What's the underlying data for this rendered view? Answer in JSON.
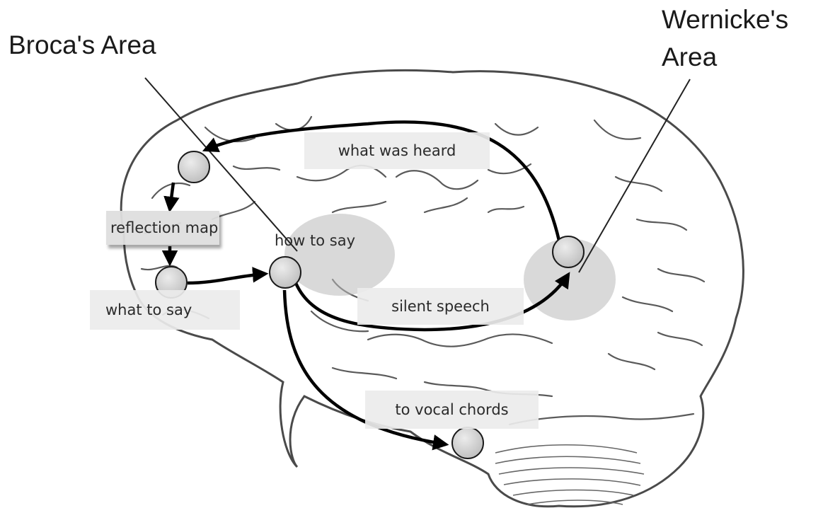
{
  "titles": {
    "broca": "Broca's Area",
    "wernicke_line1": "Wernicke's",
    "wernicke_line2": "Area"
  },
  "labels": {
    "what_was_heard": "what was heard",
    "reflection_map": "reflection map",
    "how_to_say": "how to  say",
    "what_to_say": "what to  say",
    "silent_speech": "silent speech",
    "to_vocal_chords": "to vocal chords"
  },
  "colors": {
    "arrow": "#000000",
    "node_fill": "#d4d4d4",
    "region_shade": "#b9b9b9",
    "brain_line": "#4a4a4a"
  }
}
